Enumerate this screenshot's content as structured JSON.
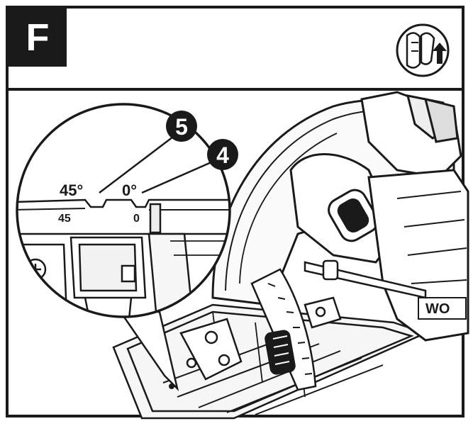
{
  "header": {
    "step_label": "F"
  },
  "callouts": {
    "c5": "5",
    "c4": "4"
  },
  "scale": {
    "angle_45": "45°",
    "angle_0": "0°",
    "mark_45": "45",
    "mark_0": "0"
  },
  "brand_fragment": "WO",
  "icons": {
    "lever_icon": "lever-unlock-icon",
    "callout_icon": "numbered-callout-icon"
  },
  "colors": {
    "ink": "#1a1a1a",
    "paper": "#ffffff"
  }
}
